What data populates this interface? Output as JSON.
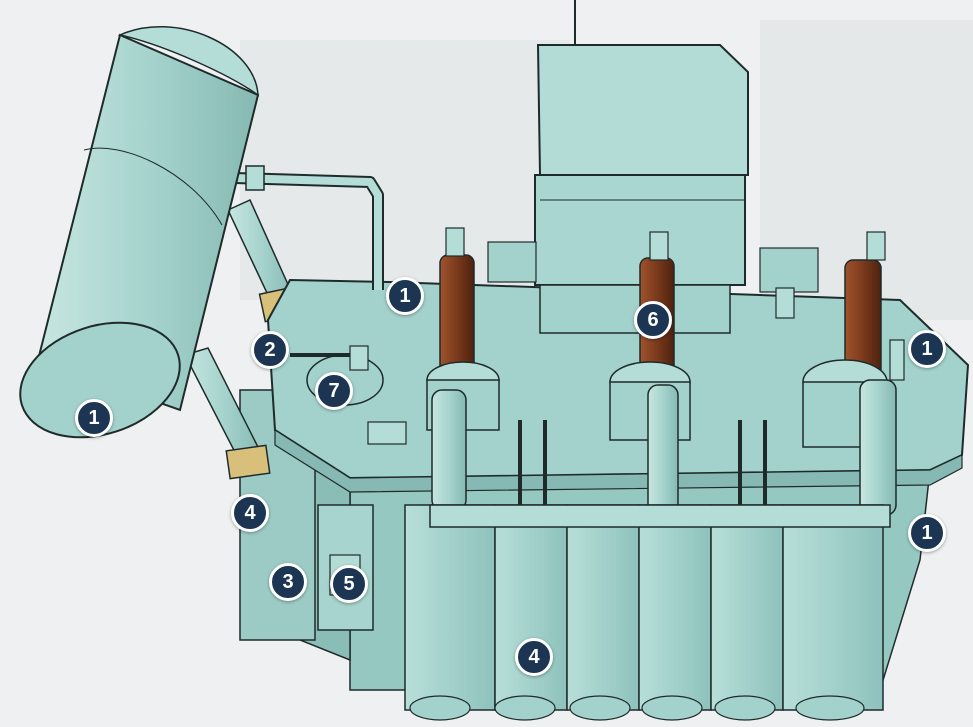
{
  "colors": {
    "background": "#eef0f1",
    "body": "#a9d6d0",
    "body_dark": "#8fc1bb",
    "bushing_brown": "#7a3a1c",
    "flange_gold": "#d8c07a",
    "outline": "#1f2b2b",
    "marker_fill": "#1c3553",
    "marker_ring": "#ffffff"
  },
  "markers": [
    {
      "id": "conservator",
      "label": "1"
    },
    {
      "id": "top-valve",
      "label": "1"
    },
    {
      "id": "right-upper",
      "label": "1"
    },
    {
      "id": "right-lower",
      "label": "1"
    },
    {
      "id": "gauge",
      "label": "2"
    },
    {
      "id": "lower-left",
      "label": "3"
    },
    {
      "id": "left",
      "label": "4"
    },
    {
      "id": "radiator",
      "label": "4"
    },
    {
      "id": "front-box",
      "label": "5"
    },
    {
      "id": "bushing",
      "label": "6"
    },
    {
      "id": "breather",
      "label": "7"
    }
  ]
}
